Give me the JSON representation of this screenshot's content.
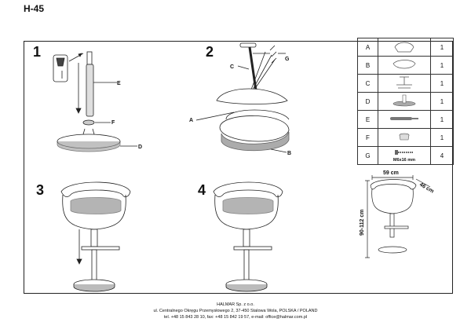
{
  "title": "H-45",
  "steps": [
    "1",
    "2",
    "3",
    "4"
  ],
  "labels": {
    "step1": [
      "E",
      "F",
      "D"
    ],
    "step2": [
      "G",
      "C",
      "A",
      "B"
    ]
  },
  "parts": [
    {
      "letter": "A",
      "icon": "backrest-shell-icon",
      "qty": "1"
    },
    {
      "letter": "B",
      "icon": "seat-icon",
      "qty": "1"
    },
    {
      "letter": "C",
      "icon": "gas-lift-bracket-icon",
      "qty": "1"
    },
    {
      "letter": "D",
      "icon": "base-disc-icon",
      "qty": "1"
    },
    {
      "letter": "E",
      "icon": "gas-spring-icon",
      "qty": "1"
    },
    {
      "letter": "F",
      "icon": "cap-icon",
      "qty": "1"
    },
    {
      "letter": "G",
      "icon": "screw-icon",
      "qty": "4",
      "note": "M6x16 mm"
    }
  ],
  "dimensions": {
    "width": "59 cm",
    "depth": "46 cm",
    "height": "90-112 cm"
  },
  "footer": {
    "line1": "HALMAR Sp. z o.o.",
    "line2": "ul. Centralnego Okręgu Przemysłowego 2, 37-450 Stalowa Wola, POLSKA / POLAND",
    "line3": "tel. +48 15 843 28 10, fax: +48 15 842 19 57, e-mail: office@halmar.com.pl"
  }
}
